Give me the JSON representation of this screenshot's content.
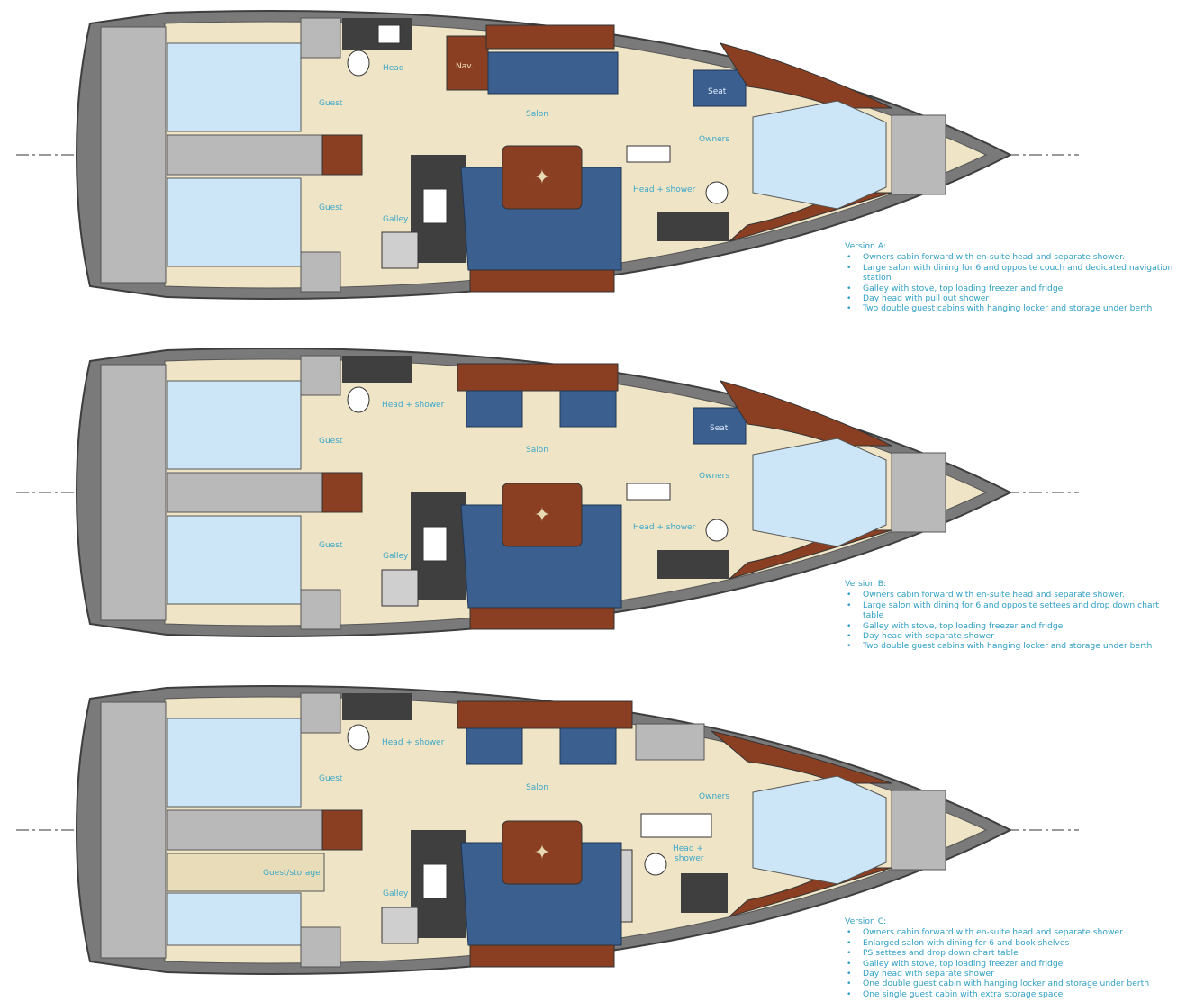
{
  "colors": {
    "hull": "#7a7a7a",
    "hull_edge": "#3e3e3e",
    "deck_floor": "#efe5c6",
    "wood": "#8a3f22",
    "upholstery": "#3b5f8f",
    "berth": "#cde6f7",
    "counter": "#3f3f3f",
    "label": "#3aa6c8",
    "grey_fill": "#b9b9b9"
  },
  "plans": [
    {
      "labels": {
        "head": "Head",
        "nav": "Nav.",
        "salon": "Salon",
        "seat": "Seat",
        "owners": "Owners",
        "guest_top": "Guest",
        "guest_bottom": "Guest",
        "galley": "Galley",
        "head_shower": "Head + shower"
      },
      "notes": {
        "title": "Version A:",
        "items": [
          "Owners cabin forward with en-suite head and separate shower.",
          "Large salon with dining for 6 and opposite couch and dedicated navigation station",
          "Galley with stove, top loading freezer and fridge",
          "Day head with pull out shower",
          "Two double guest cabins with hanging locker and storage under berth"
        ]
      }
    },
    {
      "labels": {
        "head_shower_aft": "Head + shower",
        "salon": "Salon",
        "seat": "Seat",
        "owners": "Owners",
        "guest_top": "Guest",
        "guest_bottom": "Guest",
        "galley": "Galley",
        "head_shower": "Head + shower"
      },
      "notes": {
        "title": "Version B:",
        "items": [
          "Owners cabin forward with en-suite head and separate shower.",
          "Large salon with dining for 6 and opposite settees and drop down chart table",
          "Galley with stove, top loading freezer and fridge",
          "Day head with separate shower",
          "Two double guest cabins with hanging locker and storage under berth"
        ]
      }
    },
    {
      "labels": {
        "head_shower_aft": "Head + shower",
        "salon": "Salon",
        "owners": "Owners",
        "guest_top": "Guest",
        "guest_storage": "Guest/storage",
        "galley": "Galley",
        "head_shower_1": "Head +",
        "head_shower_2": "shower"
      },
      "notes": {
        "title": "Version C:",
        "items": [
          "Owners cabin forward with en-suite head and separate shower.",
          "Enlarged salon with dining for 6 and book shelves",
          "PS settees and drop down chart table",
          "Galley with stove, top loading freezer and fridge",
          "Day head with separate shower",
          "One double guest cabin with hanging locker and storage under berth",
          "One single guest cabin with extra storage space"
        ]
      }
    }
  ]
}
